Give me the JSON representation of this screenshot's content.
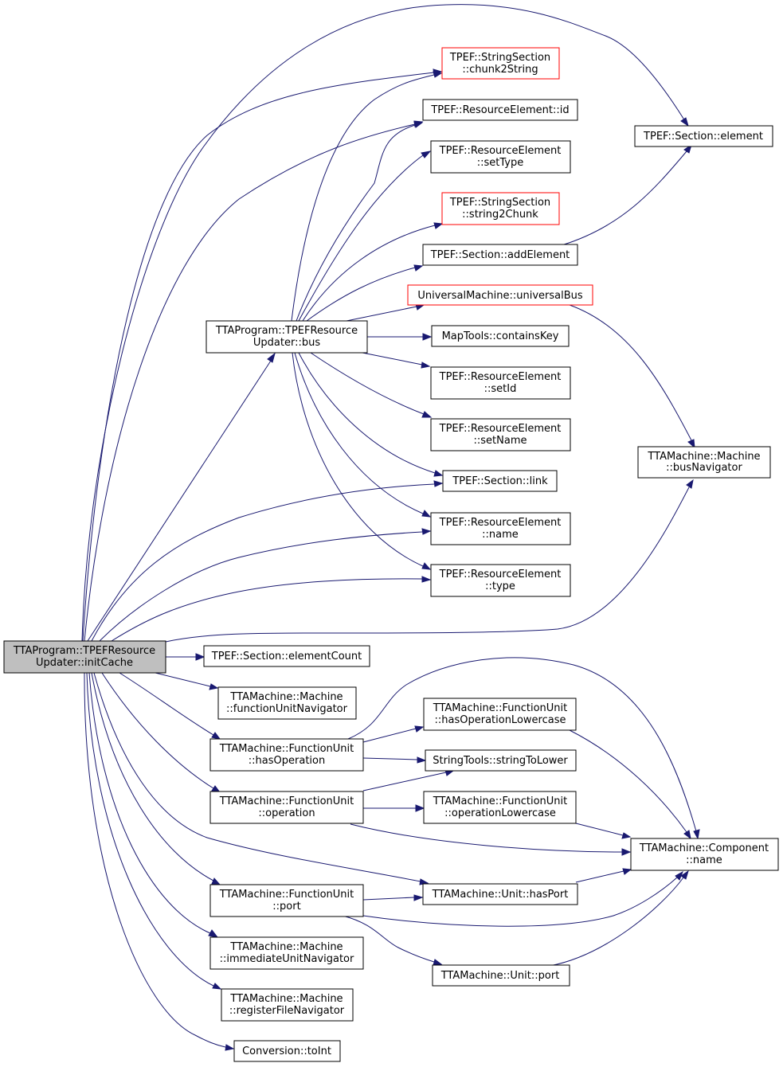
{
  "colors": {
    "edge": "#191970",
    "node_border": "#000000",
    "node_border_highlight": "#ff0000",
    "root_fill": "#bfbfbf",
    "background": "#ffffff"
  },
  "nodes": {
    "initCache": [
      "TTAProgram::TPEFResource",
      "Updater::initCache"
    ],
    "bus": [
      "TTAProgram::TPEFResource",
      "Updater::bus"
    ],
    "chunk2String": [
      "TPEF::StringSection",
      "::chunk2String"
    ],
    "re_id": [
      "TPEF::ResourceElement::id"
    ],
    "setType": [
      "TPEF::ResourceElement",
      "::setType"
    ],
    "string2Chunk": [
      "TPEF::StringSection",
      "::string2Chunk"
    ],
    "addElement": [
      "TPEF::Section::addElement"
    ],
    "universalBus": [
      "UniversalMachine::universalBus"
    ],
    "containsKey": [
      "MapTools::containsKey"
    ],
    "setId": [
      "TPEF::ResourceElement",
      "::setId"
    ],
    "setName": [
      "TPEF::ResourceElement",
      "::setName"
    ],
    "link": [
      "TPEF::Section::link"
    ],
    "re_name": [
      "TPEF::ResourceElement",
      "::name"
    ],
    "re_type": [
      "TPEF::ResourceElement",
      "::type"
    ],
    "sec_element": [
      "TPEF::Section::element"
    ],
    "busNavigator": [
      "TTAMachine::Machine",
      "::busNavigator"
    ],
    "elementCount": [
      "TPEF::Section::elementCount"
    ],
    "fuNavigator": [
      "TTAMachine::Machine",
      "::functionUnitNavigator"
    ],
    "hasOperation": [
      "TTAMachine::FunctionUnit",
      "::hasOperation"
    ],
    "hasOpLower": [
      "TTAMachine::FunctionUnit",
      "::hasOperationLowercase"
    ],
    "stringToLower": [
      "StringTools::stringToLower"
    ],
    "operation": [
      "TTAMachine::FunctionUnit",
      "::operation"
    ],
    "opLower": [
      "TTAMachine::FunctionUnit",
      "::operationLowercase"
    ],
    "compName": [
      "TTAMachine::Component",
      "::name"
    ],
    "fuPort": [
      "TTAMachine::FunctionUnit",
      "::port"
    ],
    "hasPort": [
      "TTAMachine::Unit::hasPort"
    ],
    "unitPort": [
      "TTAMachine::Unit::port"
    ],
    "iuNavigator": [
      "TTAMachine::Machine",
      "::immediateUnitNavigator"
    ],
    "rfNavigator": [
      "TTAMachine::Machine",
      "::registerFileNavigator"
    ],
    "toInt": [
      "Conversion::toInt"
    ]
  }
}
